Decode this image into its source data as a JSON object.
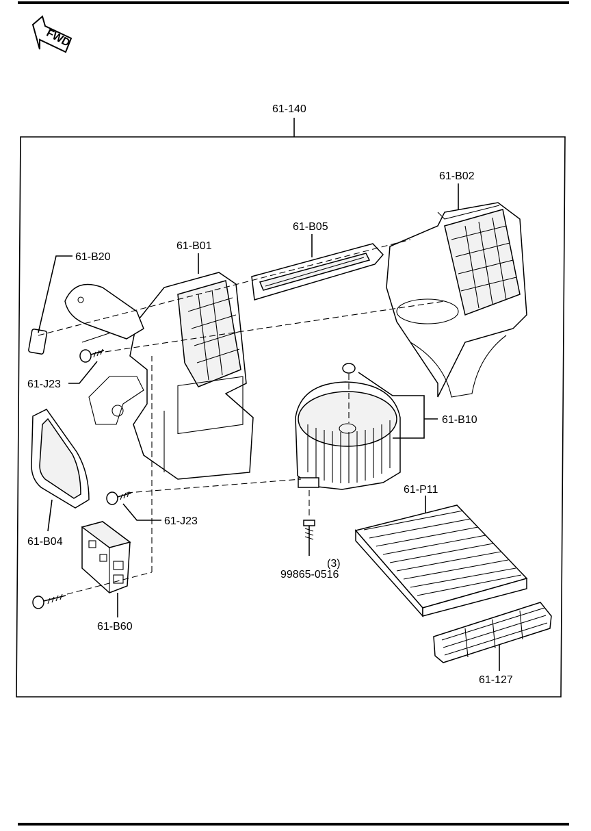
{
  "fwd_label": "FWD",
  "assembly": {
    "part_no": "61-140"
  },
  "parts": [
    {
      "id": "b02",
      "label": "61-B02"
    },
    {
      "id": "b05",
      "label": "61-B05"
    },
    {
      "id": "b01",
      "label": "61-B01"
    },
    {
      "id": "b20",
      "label": "61-B20"
    },
    {
      "id": "j23a",
      "label": "61-J23"
    },
    {
      "id": "b10",
      "label": "61-B10"
    },
    {
      "id": "p11",
      "label": "61-P11"
    },
    {
      "id": "b04",
      "label": "61-B04"
    },
    {
      "id": "j23b",
      "label": "61-J23"
    },
    {
      "id": "screw_qty",
      "label": "(3)"
    },
    {
      "id": "screw",
      "label": "99865-0516"
    },
    {
      "id": "b60",
      "label": "61-B60"
    },
    {
      "id": "p127",
      "label": "61-127"
    }
  ]
}
